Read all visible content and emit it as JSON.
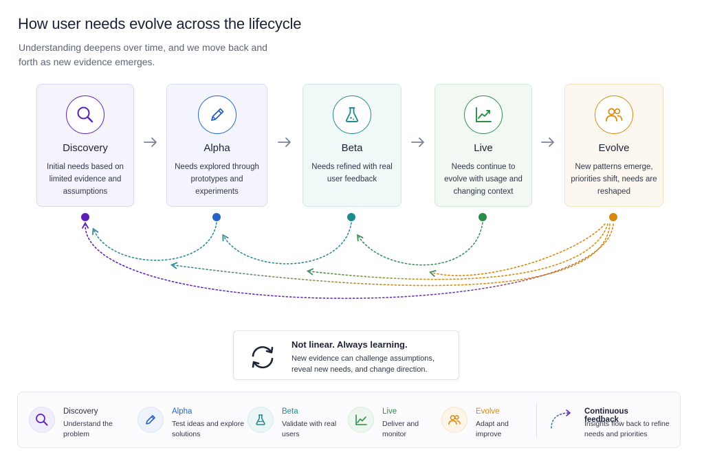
{
  "header": {
    "title": "How user needs evolve across the lifecycle",
    "subtitle": "Understanding deepens over time, and we move back and forth as new evidence emerges."
  },
  "stages": [
    {
      "name": "Discovery",
      "desc": "Initial needs based on limited evidence and assumptions",
      "icon": "search-icon",
      "color": "#5b21b6",
      "bg": "#f5f3fc",
      "border": "#dcd6ef"
    },
    {
      "name": "Alpha",
      "desc": "Needs explored through prototypes and experiments",
      "icon": "pencil-icon",
      "color": "#2563c9",
      "bg": "#f4f5fc",
      "border": "#d9dcf0"
    },
    {
      "name": "Beta",
      "desc": "Needs refined with real user feedback",
      "icon": "flask-icon",
      "color": "#1f8a8f",
      "bg": "#f0f8f8",
      "border": "#cfe7e8"
    },
    {
      "name": "Live",
      "desc": "Needs continue to evolve with usage and changing context",
      "icon": "chart-icon",
      "color": "#2e8a47",
      "bg": "#f2f9f3",
      "border": "#d2ead7"
    },
    {
      "name": "Evolve",
      "desc": "New patterns emerge, priorities shift, needs are reshaped",
      "icon": "people-icon",
      "color": "#d68a10",
      "bg": "#fdf8ef",
      "border": "#f1e0c2"
    }
  ],
  "note": {
    "title": "Not linear. Always learning.",
    "body": "New evidence can challenge assumptions, reveal new needs, and change direction."
  },
  "legend": {
    "items": [
      {
        "title": "Discovery",
        "desc": "Understand the problem",
        "icon": "search-icon",
        "color": "#2b2f44",
        "accent": "#5b21b6"
      },
      {
        "title": "Alpha",
        "desc": "Test ideas and explore solutions",
        "icon": "pencil-icon",
        "color": "#2563c9",
        "accent": "#2563c9"
      },
      {
        "title": "Beta",
        "desc": "Validate with real users",
        "icon": "flask-icon",
        "color": "#1f8a8f",
        "accent": "#1f8a8f"
      },
      {
        "title": "Live",
        "desc": "Deliver and monitor",
        "icon": "chart-icon",
        "color": "#2e8a47",
        "accent": "#2e8a47"
      },
      {
        "title": "Evolve",
        "desc": "Adapt and improve",
        "icon": "people-icon",
        "color": "#d68a10",
        "accent": "#d68a10"
      }
    ],
    "feedback": {
      "title": "Continuous feedback",
      "desc": "Insights flow back to refine needs and priorities"
    }
  }
}
